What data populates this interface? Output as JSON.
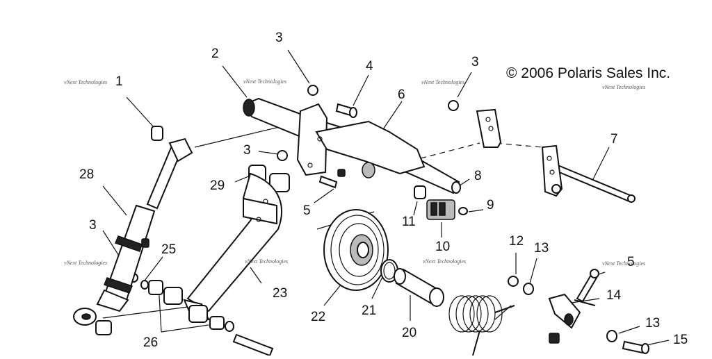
{
  "copyright": "© 2006 Polaris Sales Inc.",
  "watermark": "vNext Technologies",
  "callouts": [
    "1",
    "2",
    "3",
    "3",
    "3",
    "3",
    "4",
    "5",
    "5",
    "6",
    "7",
    "8",
    "9",
    "10",
    "11",
    "12",
    "13",
    "13",
    "14",
    "15",
    "20",
    "21",
    "22",
    "23",
    "25",
    "26",
    "28",
    "29"
  ]
}
